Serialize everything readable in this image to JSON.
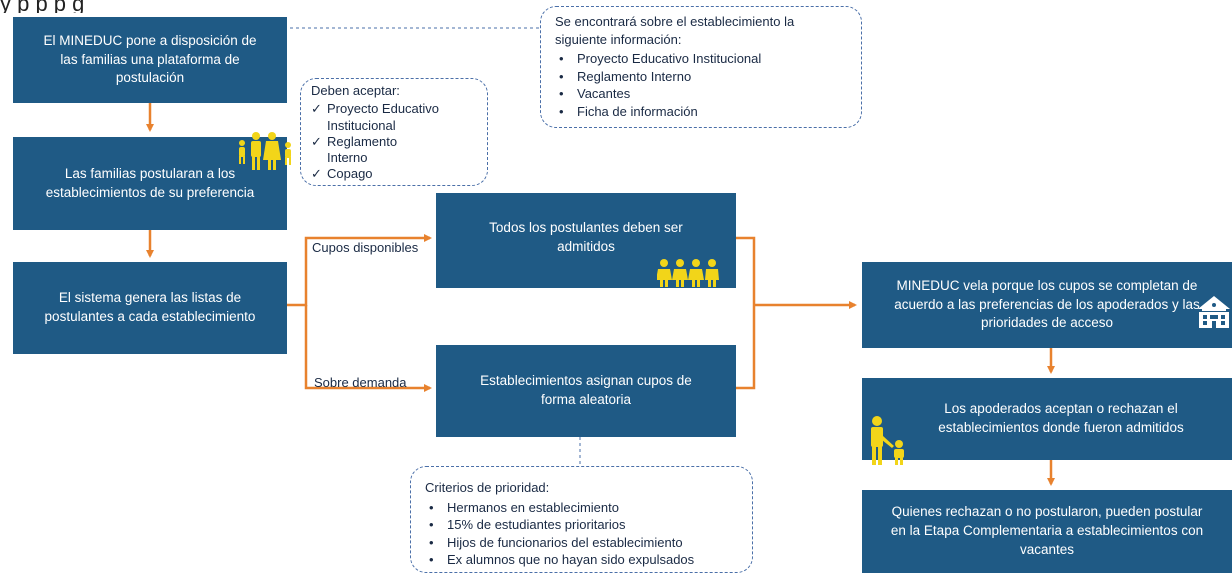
{
  "header": {
    "cropped_text": "y                    p        p                                  p                                    g"
  },
  "boxes": {
    "b1": "El MINEDUC pone a disposición de\nlas familias una plataforma de\npostulación",
    "b2": "Las familias postularan a los\nestablecimientos de su preferencia",
    "b3": "El sistema genera las listas de\npostulantes a cada establecimiento",
    "b4": "Todos los postulantes deben ser\nadmitidos",
    "b5": "Establecimientos asignan cupos de\nforma aleatoria",
    "b6": "MINEDUC vela porque los cupos se completan de\nacuerdo a las preferencias de los apoderados y las\nprioridades de acceso",
    "b7": "Los apoderados aceptan o rechazan el\nestablecimientos donde fueron admitidos",
    "b8": "Quienes rechazan o no postularon, pueden postular\nen la Etapa Complementaria a establecimientos con\nvacantes"
  },
  "notes": {
    "info": {
      "title": "Se encontrará sobre el establecimiento la\nsiguiente información:",
      "items": [
        "Proyecto Educativo Institucional",
        "Reglamento Interno",
        "Vacantes",
        "Ficha de información"
      ]
    },
    "accept": {
      "title": "Deben aceptar:",
      "items": [
        "Proyecto Educativo\nInstitucional",
        "Reglamento\nInterno",
        "Copago"
      ]
    },
    "criteria": {
      "title": "Criterios de prioridad:",
      "items": [
        "Hermanos en establecimiento",
        "15% de estudiantes prioritarios",
        "Hijos de funcionarios del establecimiento",
        "Ex alumnos que no hayan sido expulsados"
      ]
    }
  },
  "edge_labels": {
    "available": "Cupos disponibles",
    "demand": "Sobre demanda"
  },
  "icons": [
    "family-icon",
    "students-icon",
    "school-icon",
    "parent-child-icon"
  ],
  "colors": {
    "box": "#1f5a85",
    "arrow": "#e8822e",
    "icon": "#f2d519",
    "note_border": "#4a6fa8"
  }
}
